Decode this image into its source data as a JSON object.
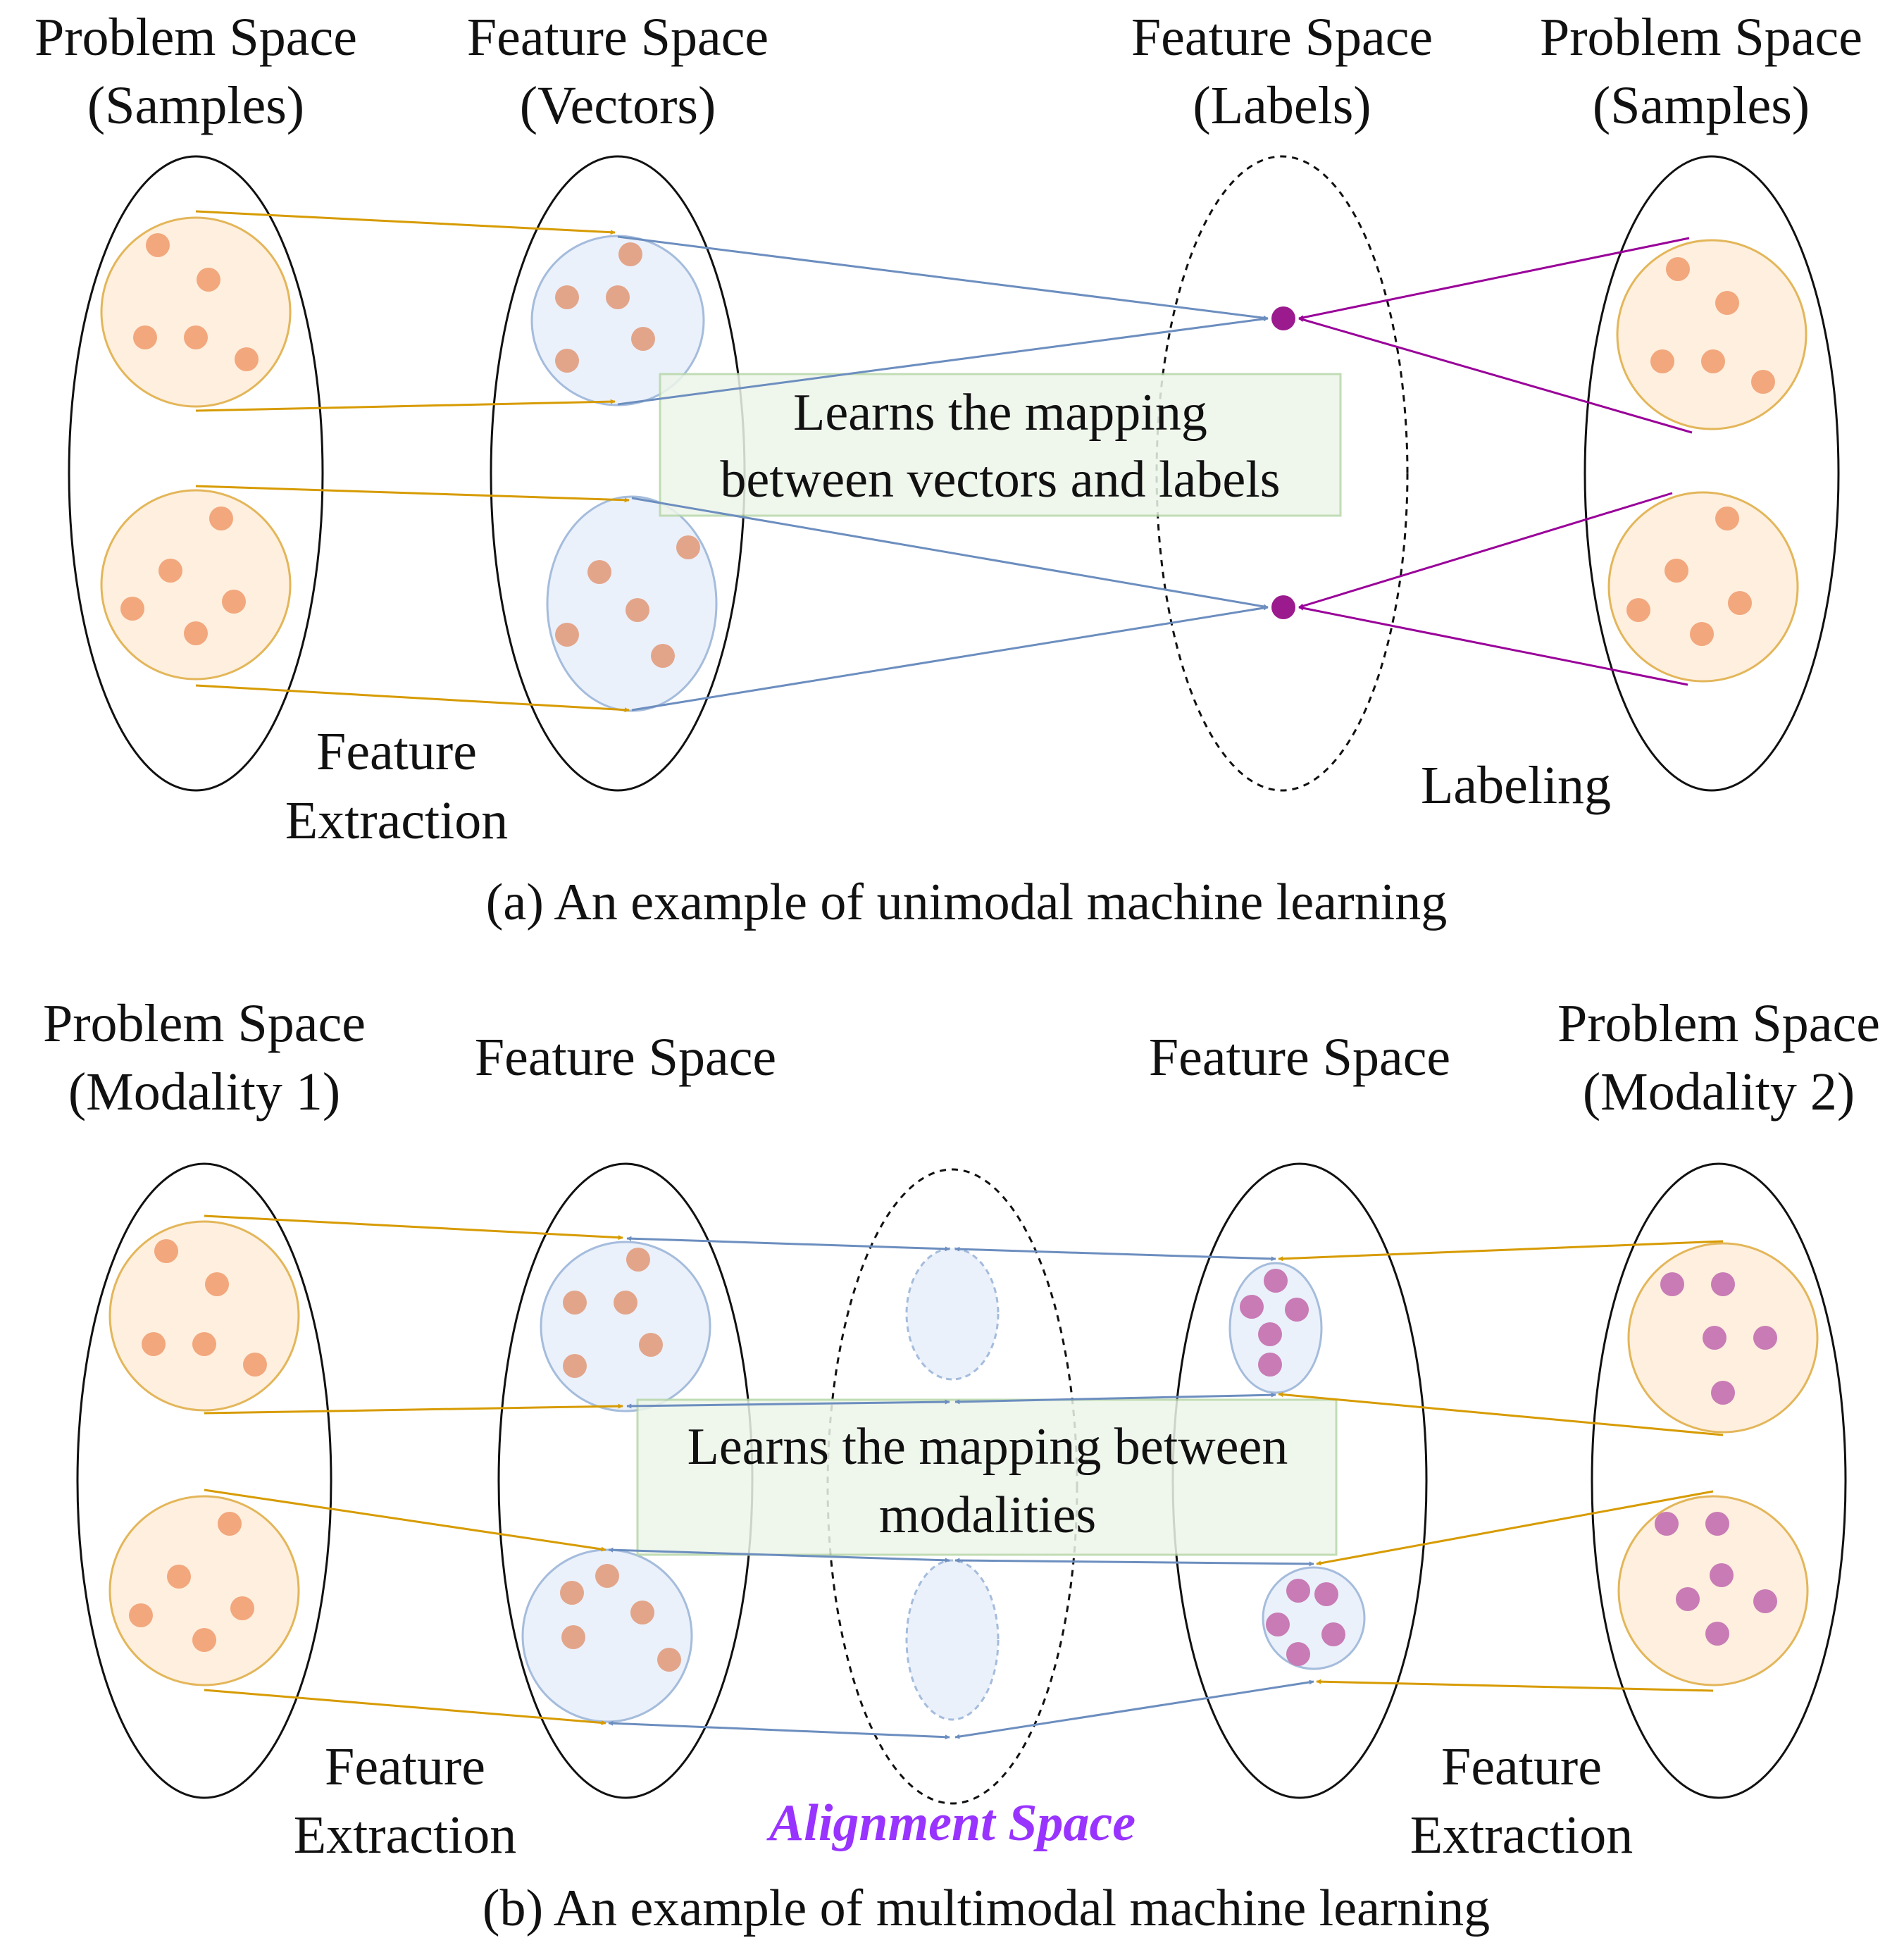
{
  "colors": {
    "orange_arrow": "#D79B00",
    "blue_arrow": "#6C8EBF",
    "purple_arrow": "#990099",
    "sample_fill": "#FFEFDE",
    "sample_stroke": "#E3B65A",
    "sample_dot": "#F2A77D",
    "vector_fill": "#EAF1FB",
    "vector_stroke": "#A5BCDC",
    "vector_dot": "#E3A58A",
    "modality2_dot": "#C87BB5",
    "label_dot": "#9B1B8E",
    "box_fill": "#EDF5E9",
    "box_stroke": "#B7D7A8",
    "alignment_text": "#9933FF"
  },
  "icons": {
    "arrowhead": "triangle-arrow-icon",
    "label_point": "filled-circle-icon"
  },
  "top": {
    "headers": {
      "problem_left": [
        "Problem Space",
        "(Samples)"
      ],
      "feature_vectors": [
        "Feature Space",
        "(Vectors)"
      ],
      "feature_labels": [
        "Feature Space",
        "(Labels)"
      ],
      "problem_right": [
        "Problem Space",
        "(Samples)"
      ]
    },
    "box_text": [
      "Learns the mapping",
      "between vectors and labels"
    ],
    "feature_extraction": [
      "Feature",
      "Extraction"
    ],
    "labeling": "Labeling",
    "caption": "(a) An example of unimodal machine learning"
  },
  "bottom": {
    "headers": {
      "problem_m1": [
        "Problem Space",
        "(Modality 1)"
      ],
      "feature_left": "Feature Space",
      "feature_right": "Feature Space",
      "problem_m2": [
        "Problem Space",
        "(Modality 2)"
      ]
    },
    "box_text": [
      "Learns the mapping between",
      "modalities"
    ],
    "feature_extraction_left": [
      "Feature",
      "Extraction"
    ],
    "feature_extraction_right": [
      "Feature",
      "Extraction"
    ],
    "alignment_space": "Alignment Space",
    "caption": "(b) An example of multimodal machine learning"
  }
}
